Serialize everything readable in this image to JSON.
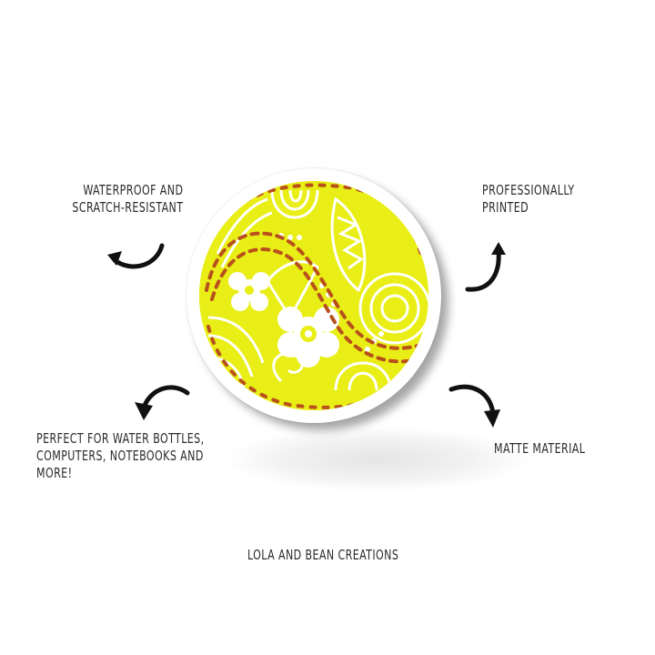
{
  "features": {
    "top_left": "WATERPROOF AND\nSCRATCH-RESISTANT",
    "top_right": "PROFESSIONALLY\nPRINTED",
    "bottom_left": "PERFECT FOR WATER BOTTLES,\nCOMPUTERS, NOTEBOOKS AND\nMORE!",
    "bottom_right": "MATTE MATERIAL"
  },
  "brand": "LOLA AND BEAN CREATIONS",
  "product": {
    "type": "softball-sticker",
    "icon": "softball-doodle-icon"
  },
  "colors": {
    "ball_yellow": "#e9ee16",
    "stitch_red": "#b8501b",
    "pattern_white": "#ffffff",
    "text": "#2a2a2a",
    "arrow": "#111111"
  }
}
